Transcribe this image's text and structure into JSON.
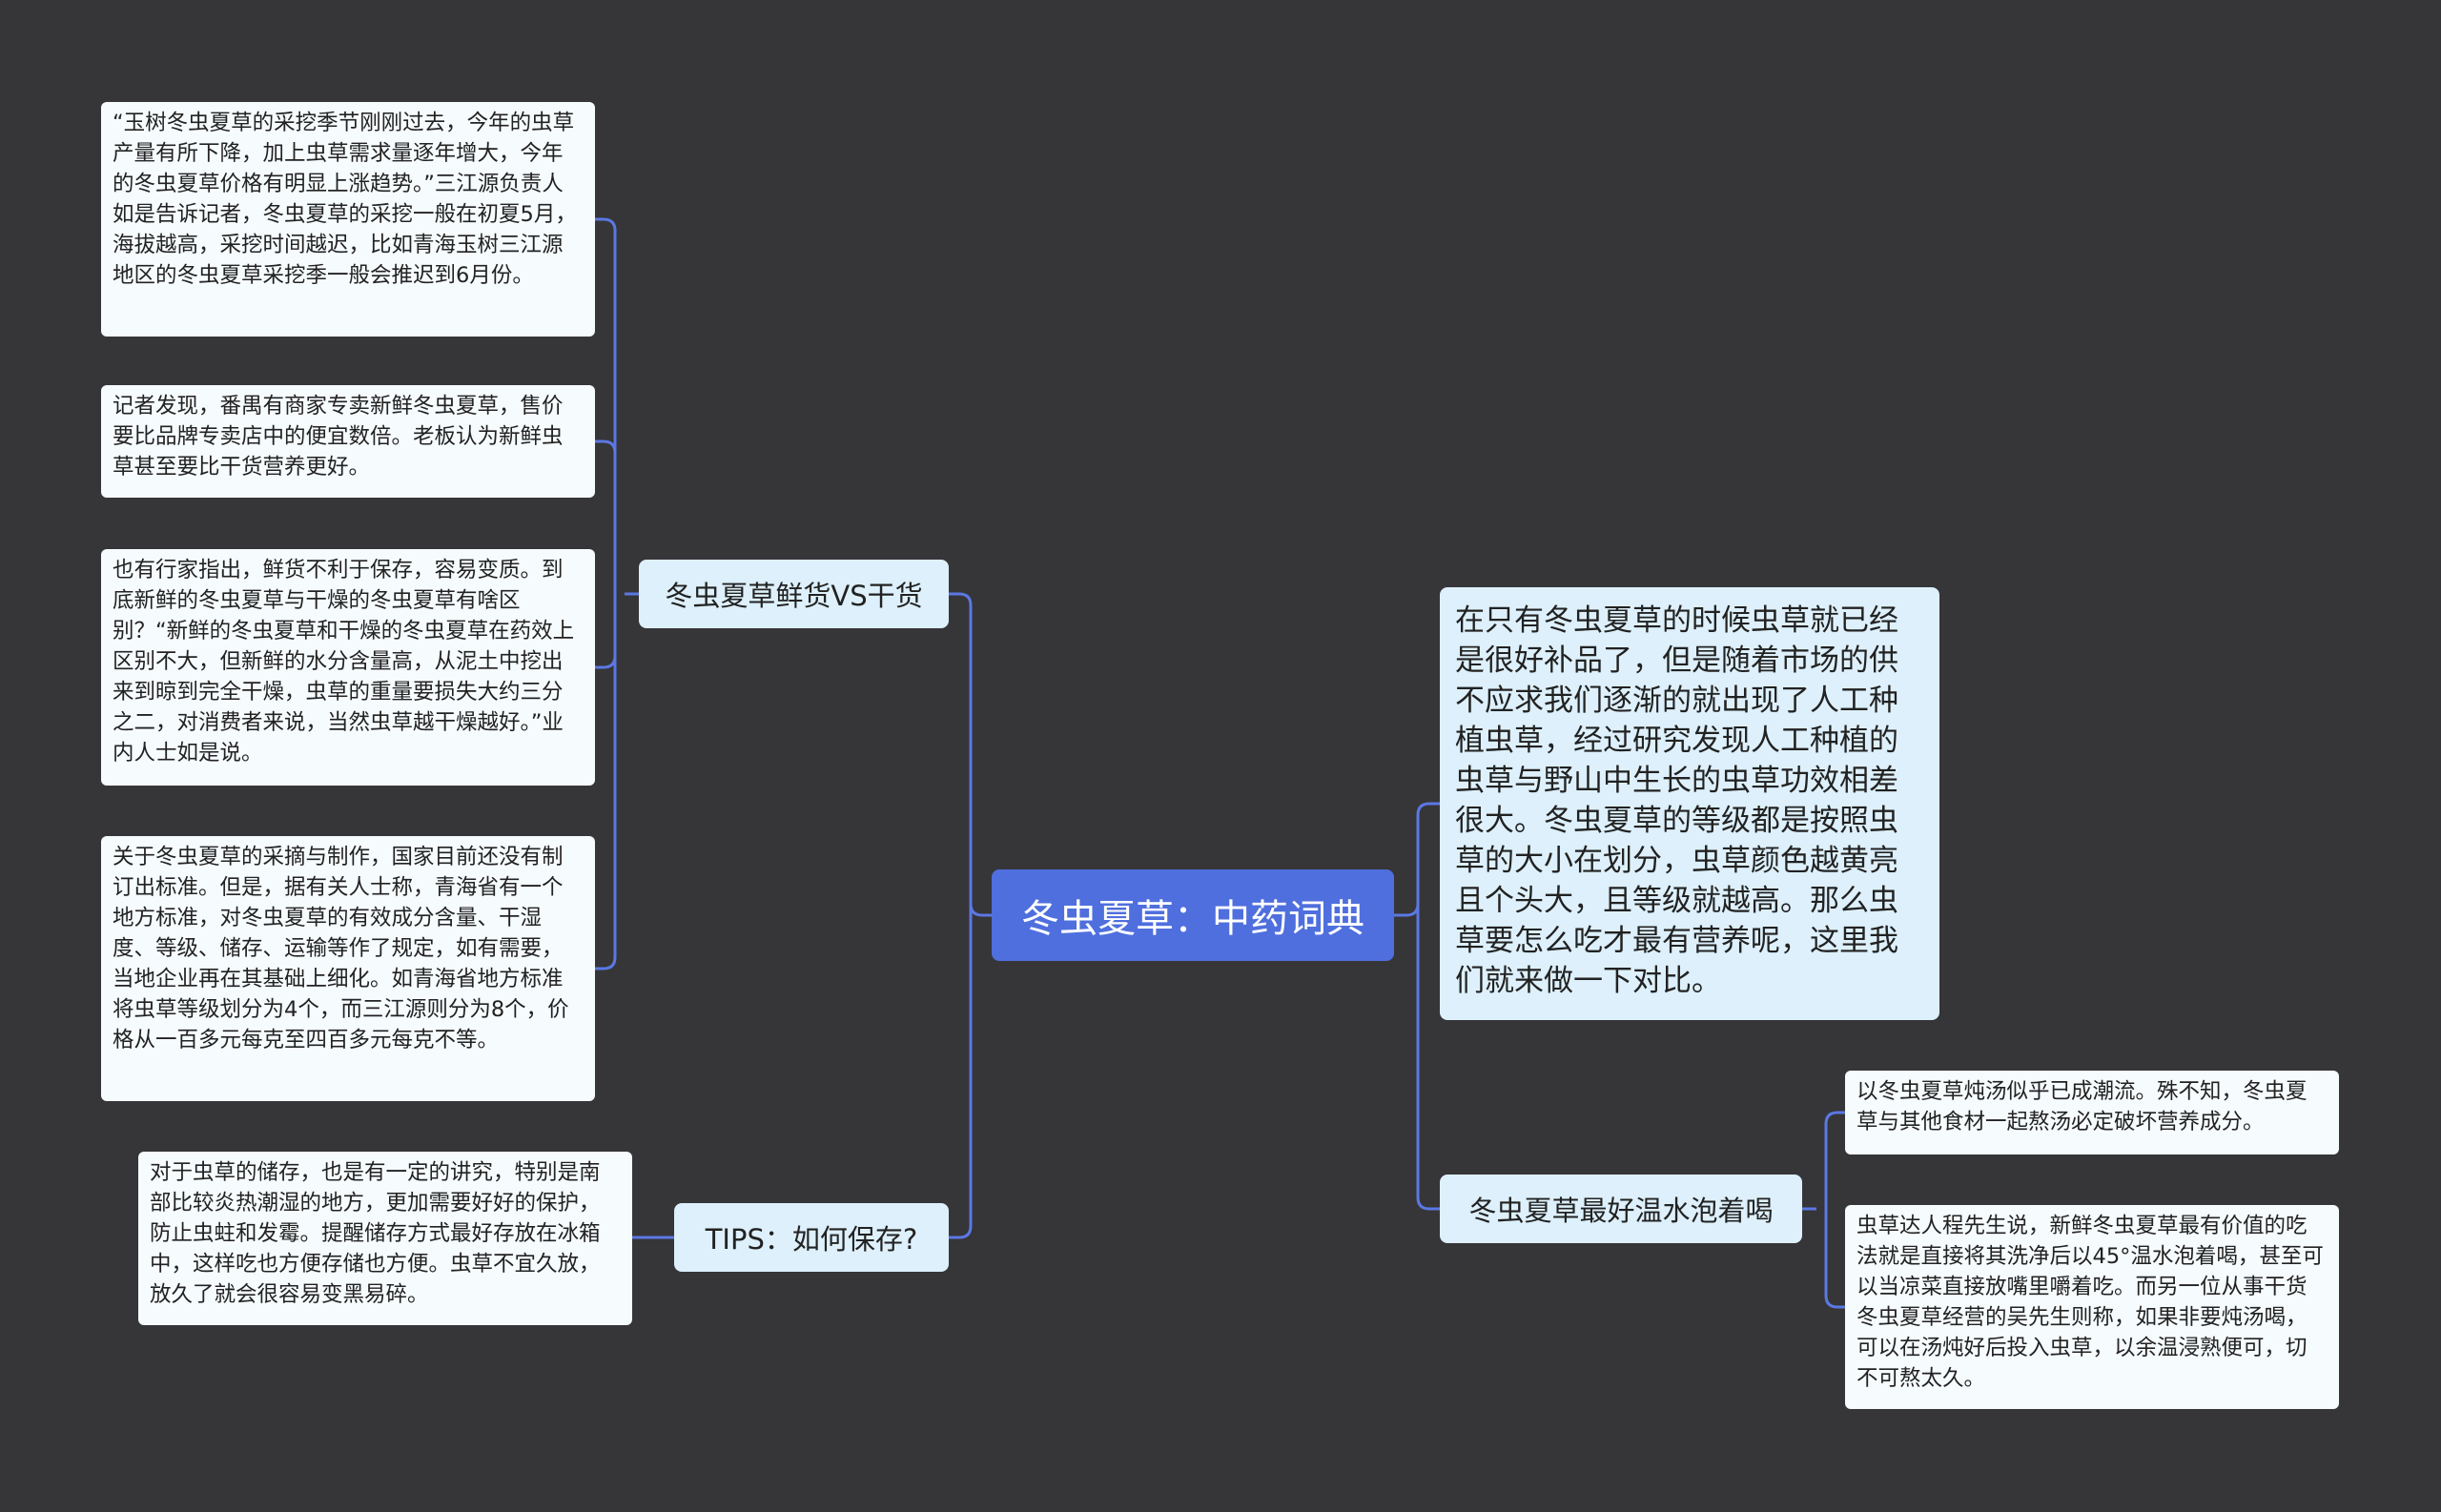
{
  "root": {
    "label": "冬虫夏草：中药词典"
  },
  "branches": {
    "fresh_vs_dry": {
      "label": "冬虫夏草鲜货VS干货",
      "items": [
        "“玉树冬虫夏草的采挖季节刚刚过去，今年的虫草产量有所下降，加上虫草需求量逐年增大，今年的冬虫夏草价格有明显上涨趋势。”三江源负责人如是告诉记者，冬虫夏草的采挖一般在初夏5月，海拔越高，采挖时间越迟，比如青海玉树三江源地区的冬虫夏草采挖季一般会推迟到6月份。",
        "记者发现，番禺有商家专卖新鲜冬虫夏草，售价要比品牌专卖店中的便宜数倍。老板认为新鲜虫草甚至要比干货营养更好。",
        "也有行家指出，鲜货不利于保存，容易变质。到底新鲜的冬虫夏草与干燥的冬虫夏草有啥区别？“新鲜的冬虫夏草和干燥的冬虫夏草在药效上区别不大，但新鲜的水分含量高，从泥土中挖出来到晾到完全干燥，虫草的重量要损失大约三分之二，对消费者来说，当然虫草越干燥越好。”业内人士如是说。",
        "关于冬虫夏草的采摘与制作，国家目前还没有制订出标准。但是，据有关人士称，青海省有一个地方标准，对冬虫夏草的有效成分含量、干湿度、等级、储存、运输等作了规定，如有需要，当地企业再在其基础上细化。如青海省地方标准将虫草等级划分为4个，而三江源则分为8个，价格从一百多元每克至四百多元每克不等。"
      ]
    },
    "tips": {
      "label": "TIPS：如何保存?",
      "items": [
        "对于虫草的储存，也是有一定的讲究，特别是南部比较炎热潮湿的地方，更加需要好好的保护，防止虫蛀和发霉。提醒储存方式最好存放在冰箱中，这样吃也方便存储也方便。虫草不宜久放，放久了就会很容易变黑易碎。"
      ]
    },
    "intro": {
      "text": "在只有冬虫夏草的时候虫草就已经是很好补品了，但是随着市场的供不应求我们逐渐的就出现了人工种植虫草，经过研究发现人工种植的虫草与野山中生长的虫草功效相差很大。冬虫夏草的等级都是按照虫草的大小在划分，虫草颜色越黄亮且个头大，且等级就越高。那么虫草要怎么吃才最有营养呢，这里我们就来做一下对比。"
    },
    "warm_water": {
      "label": "冬虫夏草最好温水泡着喝",
      "items": [
        "以冬虫夏草炖汤似乎已成潮流。殊不知，冬虫夏草与其他食材一起熬汤必定破坏营养成分。",
        "虫草达人程先生说，新鲜冬虫夏草最有价值的吃法就是直接将其洗净后以45°温水泡着喝，甚至可以当凉菜直接放嘴里嚼着吃。而另一位从事干货冬虫夏草经营的吴先生则称，如果非要炖汤喝，可以在汤炖好后投入虫草，以余温浸熟便可，切不可熬太久。"
      ]
    }
  },
  "colors": {
    "background": "#363538",
    "root": "#4f6fde",
    "branch": "#ddf0fb",
    "leaf": "#f6fbfd",
    "connector": "#5b78e3"
  }
}
